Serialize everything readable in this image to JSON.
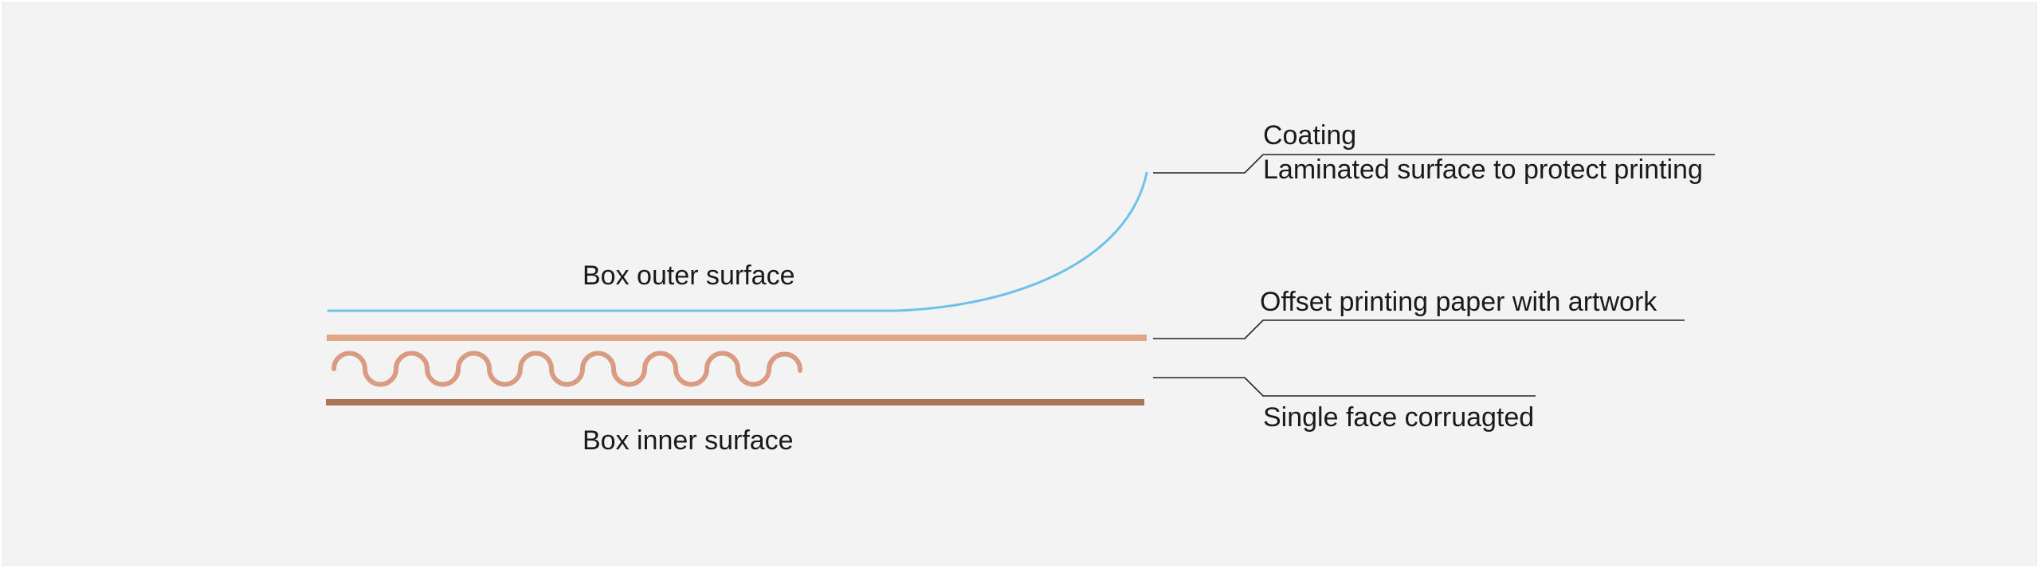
{
  "labels": {
    "outer": "Box outer surface",
    "inner": "Box inner surface",
    "coating_title": "Coating",
    "coating_desc": "Laminated surface to protect printing",
    "offset": "Offset printing paper with artwork",
    "single_face": "Single face corruagted"
  },
  "colors": {
    "background": "#f3f3f3",
    "coating_line": "#6ec1ea",
    "top_liner": "#e1a688",
    "flute": "#d99c82",
    "bottom_liner": "#aa7456",
    "leader": "#222222"
  }
}
